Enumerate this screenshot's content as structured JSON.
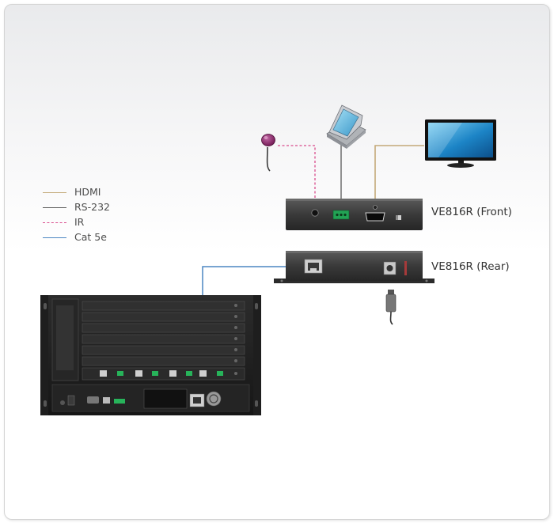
{
  "legend": {
    "items": [
      {
        "label": "HDMI",
        "color": "#c3a978",
        "style": "solid"
      },
      {
        "label": "RS-232",
        "color": "#595959",
        "style": "solid"
      },
      {
        "label": "IR",
        "color": "#d94c8c",
        "style": "dashed"
      },
      {
        "label": "Cat 5e",
        "color": "#4b86c2",
        "style": "solid"
      }
    ]
  },
  "devices": {
    "front_label": "VE816R (Front)",
    "rear_label": "VE816R (Rear)"
  },
  "icons": [
    "ir-receiver-icon",
    "touch-panel-icon",
    "monitor-icon",
    "chassis-icon",
    "power-adapter-icon"
  ]
}
